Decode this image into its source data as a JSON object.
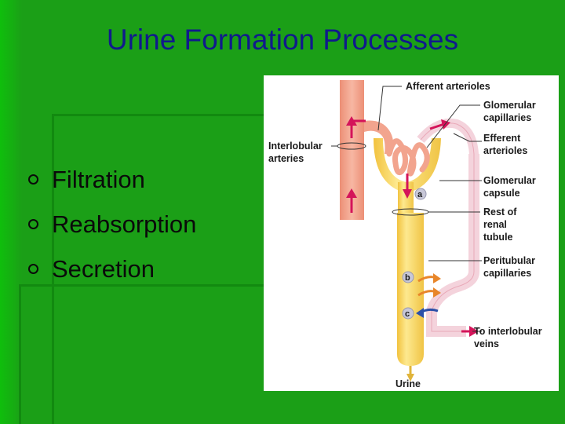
{
  "slide": {
    "title": "Urine Formation Processes",
    "bullets": [
      "Filtration",
      "Reabsorption",
      "Secretion"
    ]
  },
  "diagram": {
    "labels": {
      "afferent": "Afferent arterioles",
      "glomerular_cap_1": "Glomerular",
      "glomerular_cap_2": "capillaries",
      "efferent_1": "Efferent",
      "efferent_2": "arterioles",
      "interlobular_1": "Interlobular",
      "interlobular_2": "arteries",
      "capsule_1": "Glomerular",
      "capsule_2": "capsule",
      "renal_1": "Rest of",
      "renal_2": "renal",
      "renal_3": "tubule",
      "peritubular_1": "Peritubular",
      "peritubular_2": "capillaries",
      "veins_1": "To interlobular",
      "veins_2": "veins",
      "urine": "Urine",
      "step_a": "a",
      "step_b": "b",
      "step_c": "c"
    },
    "colors": {
      "artery": "#f2a48e",
      "tubule": "#fbe07a",
      "peritubular": "#f4d3dc",
      "filtration_arrow": "#d4145a",
      "reabsorption_arrow": "#e8862a",
      "secretion_arrow": "#2b4fa8"
    }
  }
}
